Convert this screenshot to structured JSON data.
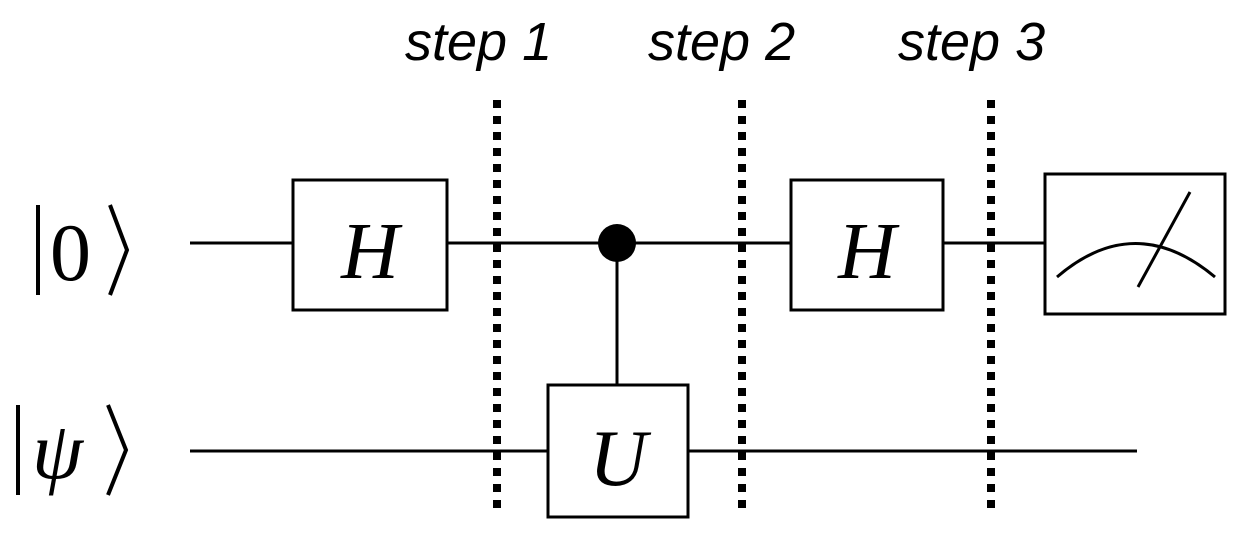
{
  "steps": [
    "step 1",
    "step 2",
    "step 3"
  ],
  "qubits": [
    {
      "symbol": "0"
    },
    {
      "symbol": "ψ"
    }
  ],
  "gates": {
    "h1": "H",
    "u": "U",
    "h2": "H"
  },
  "colors": {
    "ink": "#000000",
    "background": "#ffffff"
  },
  "icons": {
    "measurement": "meter-icon",
    "control": "control-dot-icon"
  }
}
